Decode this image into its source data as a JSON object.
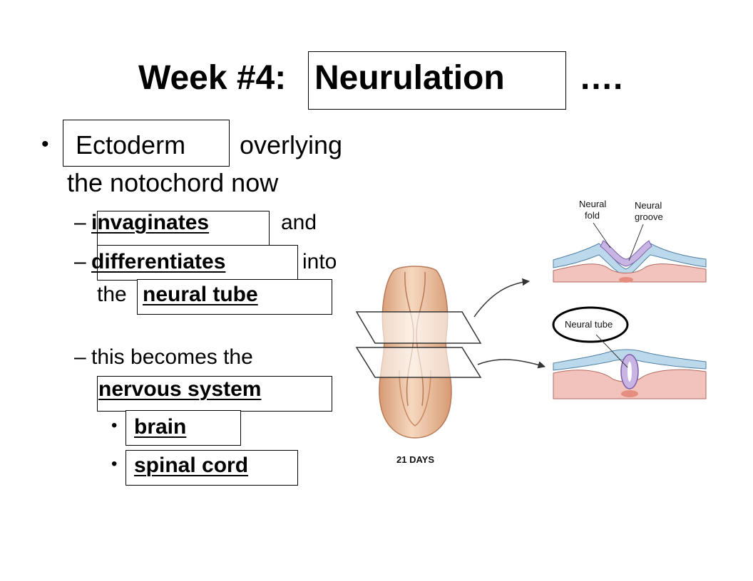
{
  "title": {
    "prefix": "Week #4:",
    "keyword": "Neurulation",
    "suffix": "…."
  },
  "bullets": {
    "main": {
      "marker": "•",
      "term": "Ectoderm",
      "line1_rest": "overlying",
      "line2": "the notochord now"
    },
    "sub": {
      "dash": "–",
      "item1_term": "invaginates",
      "item1_rest": "and",
      "item2_term": "differentiates",
      "item2_rest": "into",
      "item2_line2_prefix": "the",
      "item2_line2_term": "neural tube",
      "item3_text": "this becomes the",
      "item3_term": "nervous system"
    },
    "subsub": {
      "marker": "•",
      "item1": "brain",
      "item2": "spinal cord"
    }
  },
  "figure": {
    "label_neural_fold": [
      "Neural",
      "fold"
    ],
    "label_neural_groove": [
      "Neural",
      "groove"
    ],
    "label_neural_tube": "Neural tube",
    "caption": "21 DAYS"
  }
}
